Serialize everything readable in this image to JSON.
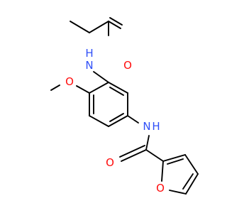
{
  "molecule": {
    "atoms": {
      "amide_n_top": {
        "symbol": "N",
        "hydrogen": "H"
      },
      "amide_o_top": {
        "symbol": "O"
      },
      "methoxy_o": {
        "symbol": "O"
      },
      "amide_n_bottom": {
        "symbol": "N",
        "hydrogen": "H"
      },
      "amide_o_bottom": {
        "symbol": "O"
      },
      "furan_o": {
        "symbol": "O"
      }
    },
    "colors": {
      "carbon_bond": "#000000",
      "oxygen": "#ff0d0d",
      "nitrogen": "#3050f8",
      "background": "#ffffff"
    }
  }
}
